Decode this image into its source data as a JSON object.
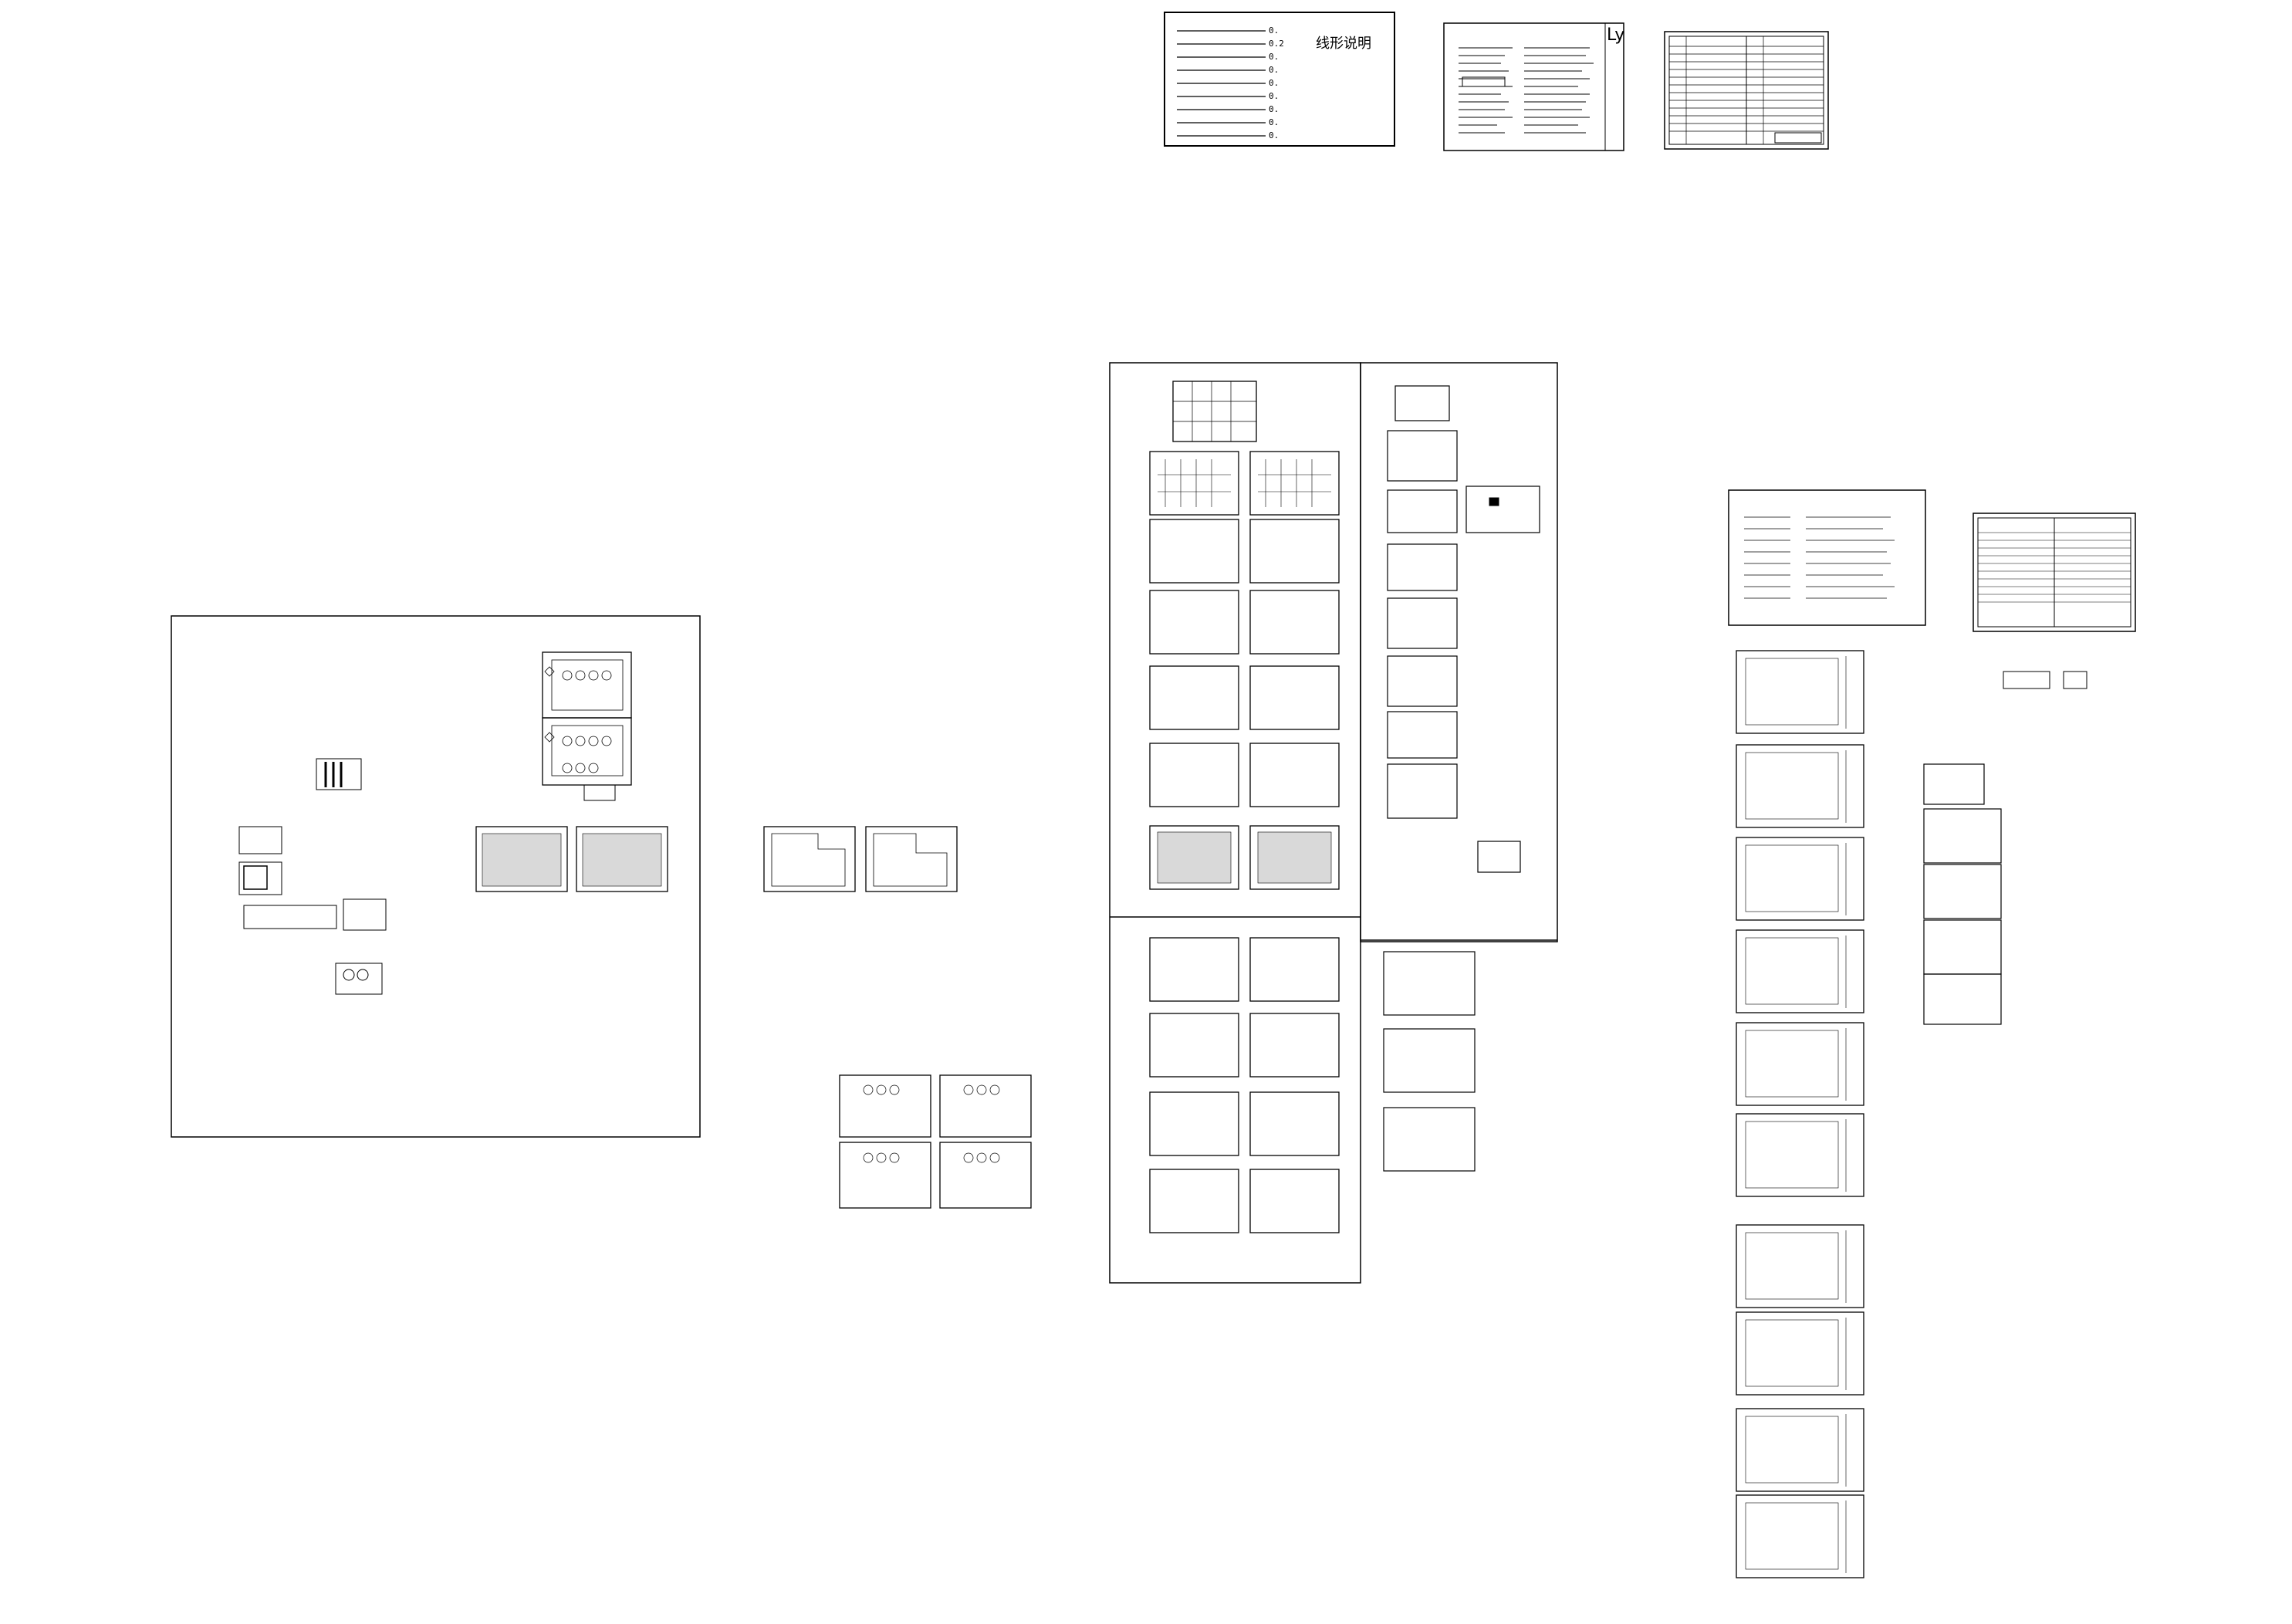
{
  "legend": {
    "title": "线形说明",
    "lineweights": [
      "0.",
      "0.2",
      "0.",
      "0.",
      "0.",
      "0.",
      "0.",
      "0.",
      "0."
    ]
  },
  "notes_sheet": {
    "mark": "Ly"
  }
}
